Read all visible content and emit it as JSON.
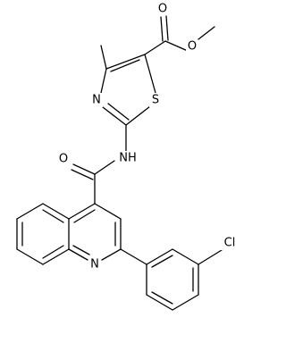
{
  "molecule": {
    "labels": {
      "O_carbonyl_ester": "O",
      "O_ether_ester": "O",
      "N_thiazole": "N",
      "S_thiazole": "S",
      "O_amide": "O",
      "NH_amide": "NH",
      "N_quinoline": "N",
      "Cl": "Cl"
    }
  }
}
